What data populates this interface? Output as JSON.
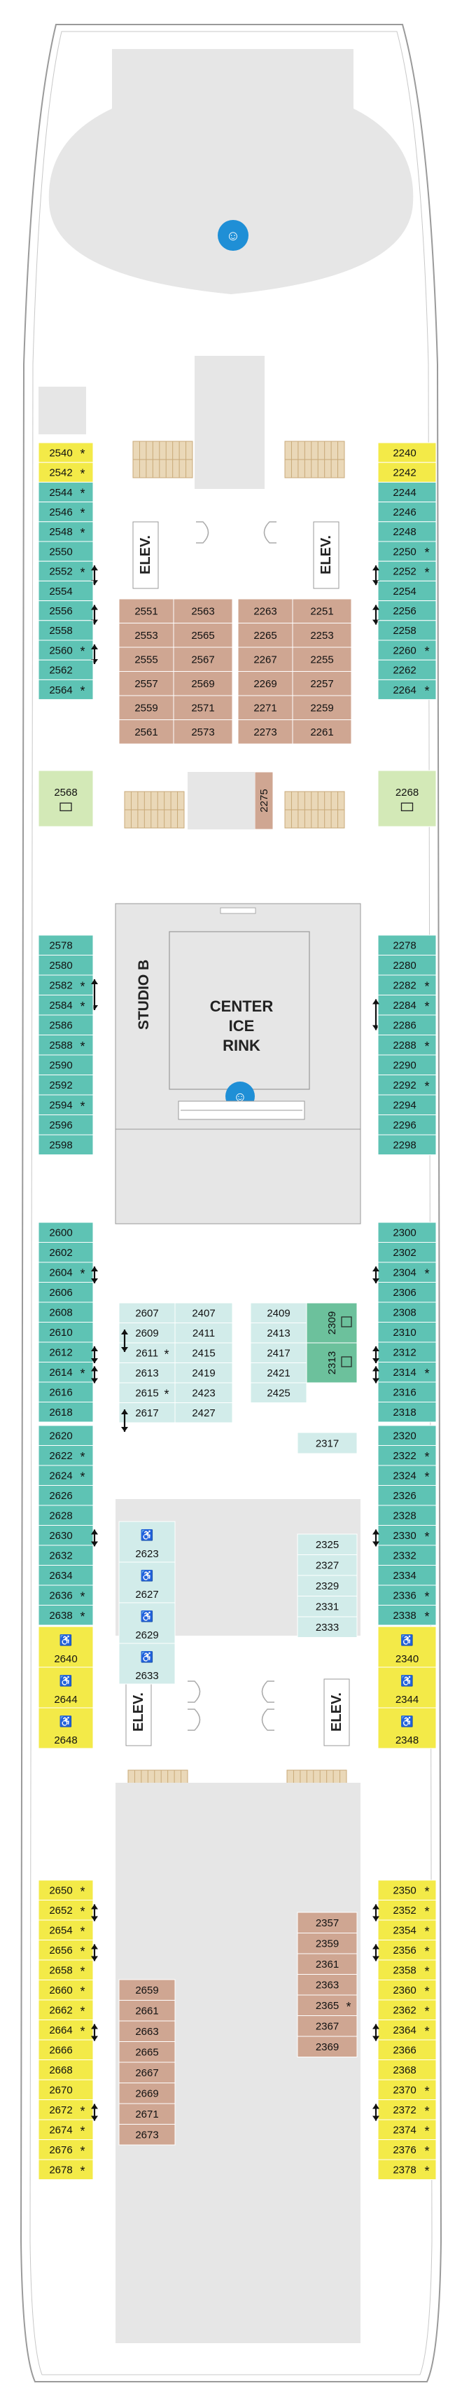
{
  "colors": {
    "teal": "#5ec3b4",
    "yellow": "#f3ea48",
    "brown": "#cfa692",
    "light_teal": "#d2ecea",
    "green": "#6cc19c",
    "light_green": "#d3e9b7",
    "gray": "#e6e6e6",
    "dark_gray": "#cccccc",
    "venue_blue": "#1f8fd6"
  },
  "icons": {
    "accessible": "wheelchair-icon",
    "connecting": "double-arrow-icon",
    "extra_bed": "asterisk-icon",
    "sofa_bed": "sofa-icon",
    "venue": "theater-masks-icon"
  },
  "labels": {
    "studio": "STUDIO B",
    "rink_line1": "CENTER",
    "rink_line2": "ICE",
    "rink_line3": "RINK",
    "elev": "ELEV."
  },
  "cabins": {
    "left_forward": [
      "2540",
      "2542",
      "2544",
      "2546",
      "2548",
      "2550",
      "2552",
      "2554",
      "2556",
      "2558",
      "2560",
      "2562",
      "2564"
    ],
    "left_forward_special": "2568",
    "left_mid": [
      "2578",
      "2580",
      "2582",
      "2584",
      "2586",
      "2588",
      "2590",
      "2592",
      "2594",
      "2596",
      "2598"
    ],
    "left_2600s": [
      "2600",
      "2602",
      "2604",
      "2606",
      "2608",
      "2610",
      "2612",
      "2614",
      "2616",
      "2618"
    ],
    "left_2620s": [
      "2620",
      "2622",
      "2624",
      "2626",
      "2628",
      "2630",
      "2632",
      "2634",
      "2636",
      "2638"
    ],
    "left_access": [
      "2640",
      "2644",
      "2648"
    ],
    "left_aft": [
      "2650",
      "2652",
      "2654",
      "2656",
      "2658",
      "2660",
      "2662",
      "2664",
      "2666",
      "2668",
      "2670",
      "2672",
      "2674",
      "2676",
      "2678"
    ],
    "right_forward": [
      "2240",
      "2242",
      "2244",
      "2246",
      "2248",
      "2250",
      "2252",
      "2254",
      "2256",
      "2258",
      "2260",
      "2262",
      "2264"
    ],
    "right_forward_special": "2268",
    "right_mid": [
      "2278",
      "2280",
      "2282",
      "2284",
      "2286",
      "2288",
      "2290",
      "2292",
      "2294",
      "2296",
      "2298"
    ],
    "right_2300s": [
      "2300",
      "2302",
      "2304",
      "2306",
      "2308",
      "2310",
      "2312",
      "2314",
      "2316",
      "2318"
    ],
    "right_2320s": [
      "2320",
      "2322",
      "2324",
      "2326",
      "2328",
      "2330",
      "2332",
      "2334",
      "2336",
      "2338"
    ],
    "right_access": [
      "2340",
      "2344",
      "2348"
    ],
    "right_aft": [
      "2350",
      "2352",
      "2354",
      "2356",
      "2358",
      "2360",
      "2362",
      "2364",
      "2366",
      "2368",
      "2370",
      "2372",
      "2374",
      "2376",
      "2378"
    ],
    "inner_2551": [
      "2551",
      "2553",
      "2555",
      "2557",
      "2559",
      "2561"
    ],
    "inner_2563": [
      "2563",
      "2565",
      "2567",
      "2569",
      "2571",
      "2573"
    ],
    "inner_2263": [
      "2263",
      "2265",
      "2267",
      "2269",
      "2271",
      "2273"
    ],
    "inner_2251": [
      "2251",
      "2253",
      "2255",
      "2257",
      "2259",
      "2261"
    ],
    "inner_2275": "2275",
    "block_2607": [
      "2607",
      "2609",
      "2611",
      "2613",
      "2615",
      "2617"
    ],
    "block_2407": [
      "2407",
      "2411",
      "2415",
      "2419",
      "2423",
      "2427"
    ],
    "block_2409": [
      "2409",
      "2413",
      "2417",
      "2421",
      "2425"
    ],
    "block_2309": [
      "2309",
      "2313"
    ],
    "single_2317": "2317",
    "block_2623": [
      "2623",
      "2627",
      "2629",
      "2633"
    ],
    "block_2325": [
      "2325",
      "2327",
      "2329",
      "2331",
      "2333"
    ],
    "block_2659": [
      "2659",
      "2661",
      "2663",
      "2665",
      "2667",
      "2669",
      "2671",
      "2673"
    ],
    "block_2357": [
      "2357",
      "2359",
      "2361",
      "2363",
      "2365",
      "2367",
      "2369"
    ]
  },
  "markers": {
    "extra_bed": [
      "2540",
      "2542",
      "2544",
      "2546",
      "2548",
      "2552",
      "2560",
      "2564",
      "2582",
      "2584",
      "2588",
      "2594",
      "2604",
      "2614",
      "2622",
      "2624",
      "2636",
      "2638",
      "2650",
      "2652",
      "2654",
      "2656",
      "2658",
      "2660",
      "2662",
      "2664",
      "2672",
      "2674",
      "2676",
      "2678",
      "2250",
      "2252",
      "2260",
      "2264",
      "2282",
      "2284",
      "2288",
      "2292",
      "2304",
      "2314",
      "2322",
      "2324",
      "2330",
      "2336",
      "2338",
      "2350",
      "2352",
      "2354",
      "2356",
      "2358",
      "2360",
      "2362",
      "2364",
      "2370",
      "2372",
      "2374",
      "2376",
      "2378",
      "2611",
      "2615",
      "2365"
    ],
    "connecting": [
      "2552",
      "2556",
      "2560",
      "2582",
      "2604",
      "2612",
      "2614",
      "2630",
      "2652",
      "2656",
      "2664",
      "2672",
      "2252",
      "2256",
      "2284",
      "2304",
      "2312",
      "2314",
      "2330",
      "2352",
      "2356",
      "2364",
      "2372",
      "2611",
      "2615"
    ],
    "accessible": [
      "2640",
      "2644",
      "2648",
      "2340",
      "2344",
      "2348",
      "2623",
      "2627",
      "2629",
      "2633"
    ],
    "sofa_bed": [
      "2568",
      "2268",
      "2309",
      "2313"
    ]
  }
}
